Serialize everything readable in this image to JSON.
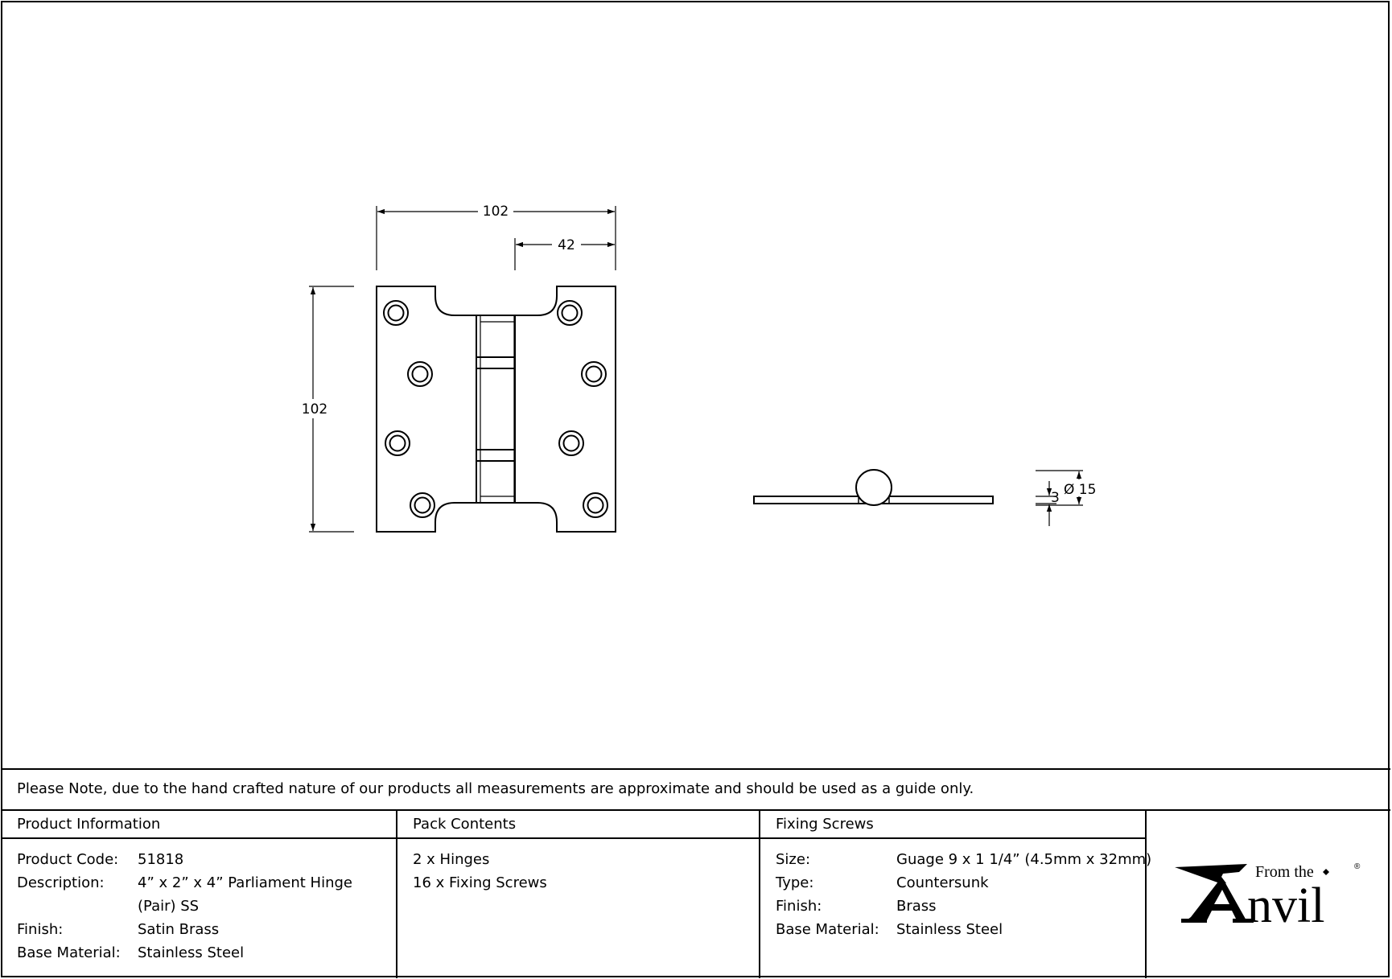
{
  "drawing": {
    "dimensions": {
      "overall_width": "102",
      "leaf_width": "42",
      "height": "102",
      "knuckle_diameter": "Ø 15",
      "leaf_thickness": "3"
    }
  },
  "note": "Please Note, due to the hand crafted nature of our products all measurements are approximate and should be used as a guide only.",
  "product_info": {
    "heading": "Product Information",
    "code_label": "Product Code:",
    "code_value": "51818",
    "description_label": "Description:",
    "description_line1": "4” x 2” x 4” Parliament Hinge",
    "description_line2": "(Pair) SS",
    "finish_label": "Finish:",
    "finish_value": "Satin Brass",
    "base_label": "Base Material:",
    "base_value": "Stainless Steel"
  },
  "pack_contents": {
    "heading": "Pack Contents",
    "items": [
      "2 x Hinges",
      "16 x Fixing Screws"
    ]
  },
  "fixing_screws": {
    "heading": "Fixing Screws",
    "size_label": "Size:",
    "size_value": "Guage 9 x 1 1/4” (4.5mm x 32mm)",
    "type_label": "Type:",
    "type_value": "Countersunk",
    "finish_label": "Finish:",
    "finish_value": "Brass",
    "base_label": "Base Material:",
    "base_value": "Stainless Steel"
  },
  "logo": {
    "from_the": "From the",
    "anvil": "Anvil",
    "registered": "®"
  }
}
